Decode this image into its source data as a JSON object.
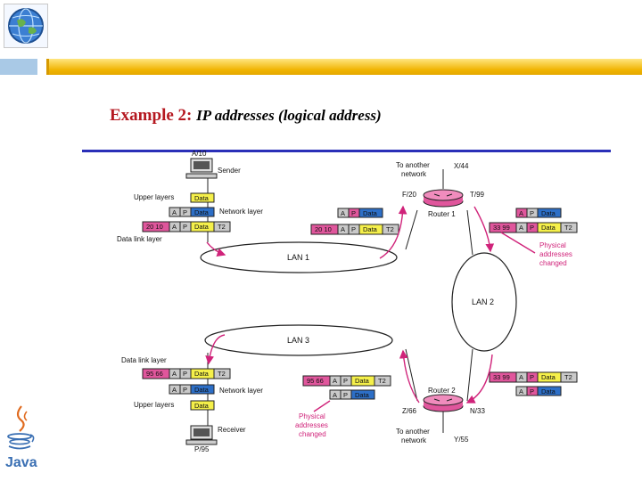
{
  "header": {
    "logo": {
      "icon": "globe-logo-icon"
    },
    "accent_colors": {
      "left_bar": "#a9c9e6",
      "main_bar": "#f0b400",
      "rule": "#2a2fb8"
    }
  },
  "title": {
    "lead": "Example 2:",
    "subtitle": "IP addresses (logical address)"
  },
  "diagram": {
    "sender": {
      "address": "A/10",
      "label": "Sender"
    },
    "receiver": {
      "address": "P/95",
      "label": "Receiver"
    },
    "router1": {
      "label": "Router 1",
      "port_left": "F/20",
      "port_top": "X/44",
      "port_right": "T/99"
    },
    "router2": {
      "label": "Router 2",
      "port_left": "Z/66",
      "port_right": "N/33",
      "port_bottom": "Y/55"
    },
    "another_network": "To another network",
    "another_network_top": "To another\nnetwork",
    "lans": [
      "LAN 1",
      "LAN 2",
      "LAN 3"
    ],
    "layers": {
      "upper": "Upper layers",
      "network": "Network layer",
      "data_link": "Data link layer"
    },
    "cells": {
      "a": "A",
      "p": "P",
      "data": "Data",
      "t2": "T2"
    },
    "frames": {
      "sender_frame": "20 10",
      "r1_in": "20 10",
      "r1_out": "33 99",
      "r2_in": "33 99",
      "r2_out": "95 66",
      "receiver_frame": "95 66"
    },
    "notes": {
      "physical_changed": "Physical\naddresses\nchanged"
    },
    "colors": {
      "pink": "#e0569c",
      "blue": "#2d6fc7",
      "yellow": "#f5f04a",
      "gray": "#c9c9c9",
      "arrow": "#d0237a"
    }
  },
  "footer": {
    "java_label": "Java"
  }
}
